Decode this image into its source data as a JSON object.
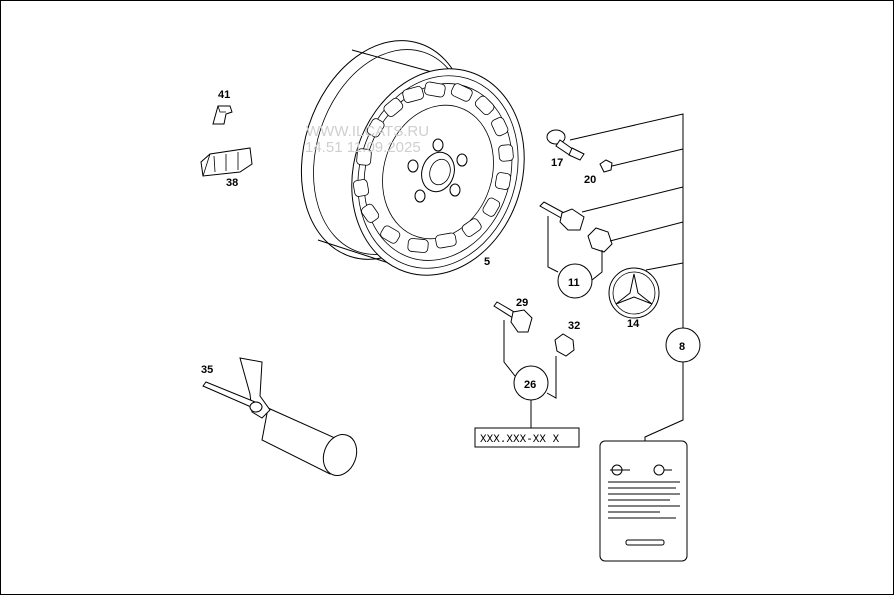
{
  "watermark": {
    "line1": "WWW.ILCATS.RU",
    "line2": "14.51 11.09.2025"
  },
  "callouts": {
    "p41": "41",
    "p38": "38",
    "p5": "5",
    "p17": "17",
    "p20": "20",
    "p11": "11",
    "p14": "14",
    "p8": "8",
    "p29": "29",
    "p32": "32",
    "p26": "26",
    "p35": "35"
  },
  "part_code": "XXX.XXX-XX X"
}
